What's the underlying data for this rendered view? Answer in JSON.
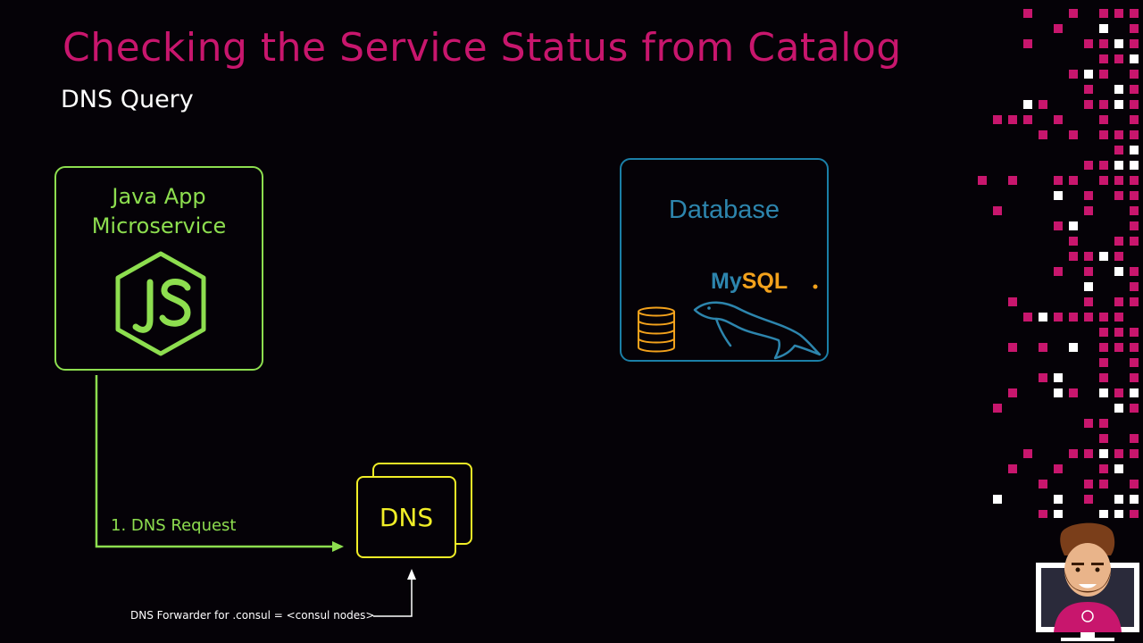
{
  "slide": {
    "title": "Checking the Service Status from Catalog",
    "subtitle": "DNS Query"
  },
  "nodes": {
    "app": {
      "line1": "Java App",
      "line2": "Microservice",
      "icon": "nodejs-icon",
      "color": "#8dde4f"
    },
    "database": {
      "label": "Database",
      "logo_text": "MySQL",
      "icon": "database-icon",
      "color": "#1b7fa7"
    },
    "dns": {
      "label": "DNS",
      "color": "#f1ee27"
    }
  },
  "edges": {
    "request": {
      "label": "1. DNS Request",
      "color": "#8dde4f"
    },
    "forwarder": {
      "label": "DNS Forwarder for .consul = <consul nodes>",
      "color": "#ffffff"
    }
  },
  "decor": {
    "accent": "#c8166d",
    "avatar": "presenter-avatar"
  }
}
